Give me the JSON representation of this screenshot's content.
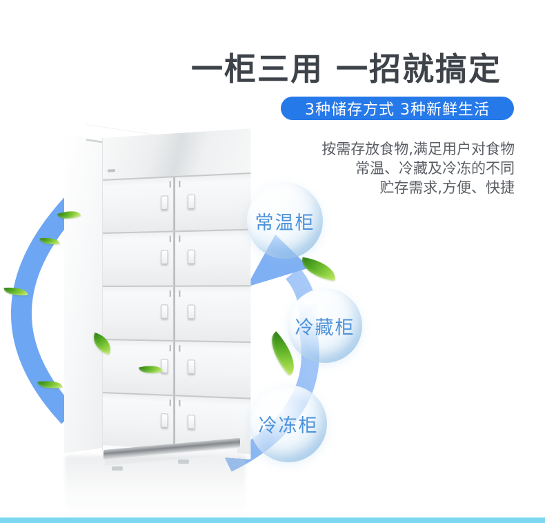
{
  "hero": {
    "title": "一柜三用 一招就搞定",
    "banner": "3种储存方式 3种新鲜生活",
    "description_lines": [
      "按需存放食物,满足用户对食物",
      "常温、冷藏及冷冻的不同",
      "贮存需求,方便、快捷"
    ]
  },
  "bubbles": [
    {
      "id": "ambient",
      "label": "常温柜"
    },
    {
      "id": "refrigerated",
      "label": "冷藏柜"
    },
    {
      "id": "frozen",
      "label": "冷冻柜"
    }
  ],
  "cabinet": {
    "door_rows": 5,
    "doors_per_row": 2
  },
  "colors": {
    "title_text": "#3e434a",
    "banner_bg": "#2679e8",
    "banner_text": "#ffffff",
    "description_text": "#595d63",
    "bubble_label": "#4c92da",
    "flow_arc_blue": "#6da6f3",
    "flow_arrow_blue": "#7fb0f4",
    "leaf_green": "#55aa22",
    "footer_bar_cyan": "#7ed7f0"
  }
}
